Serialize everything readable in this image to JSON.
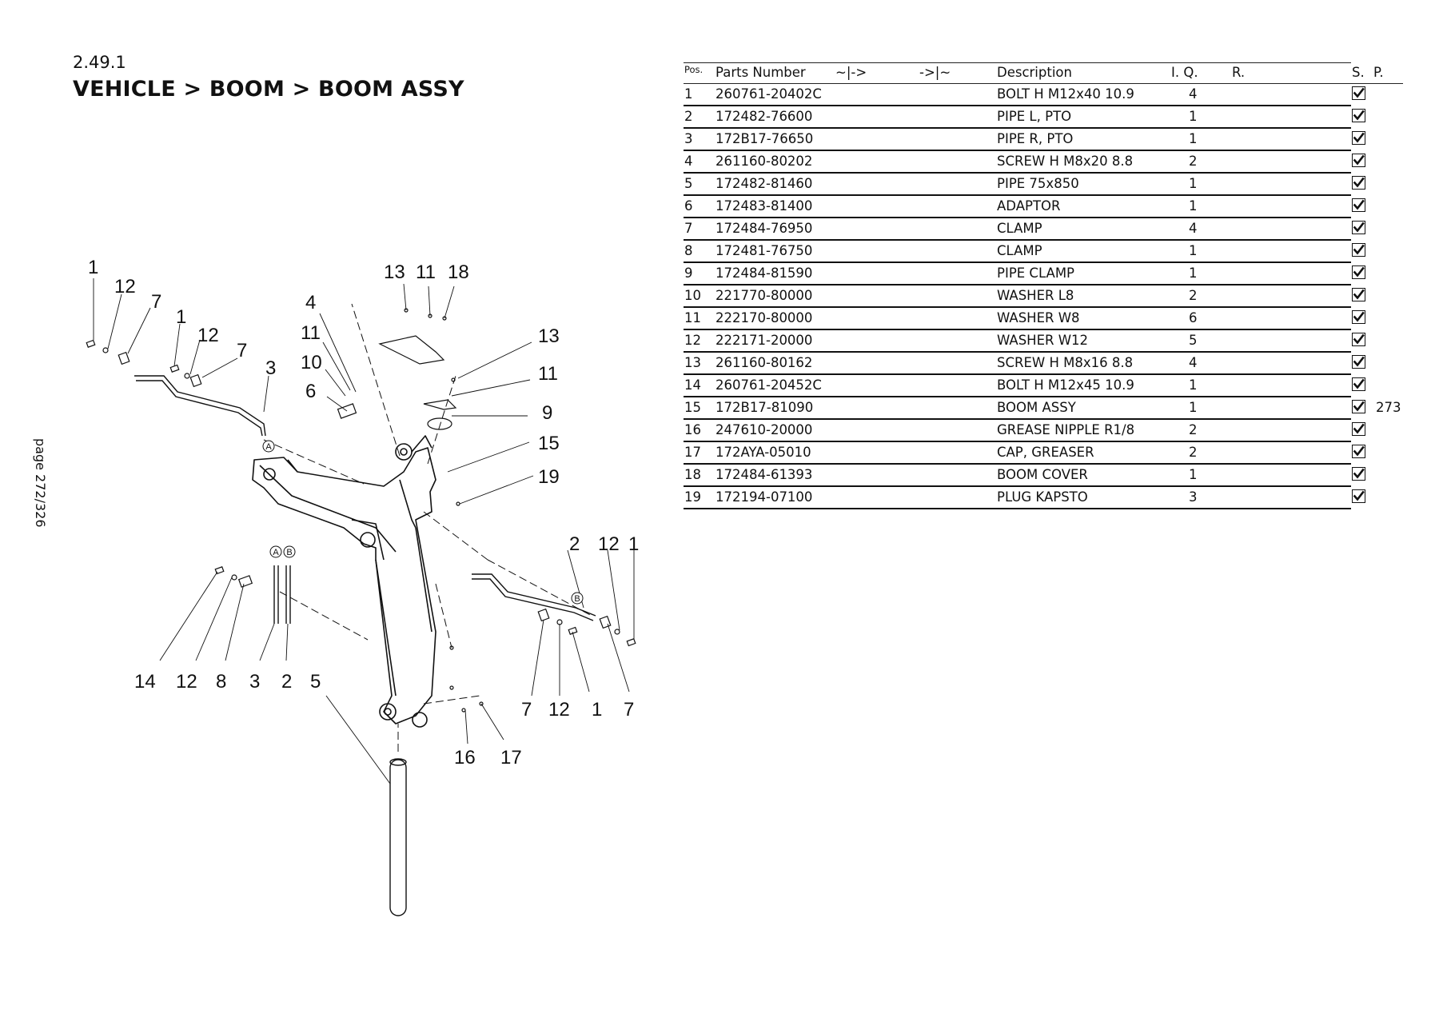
{
  "header": {
    "section_number": "2.49.1",
    "breadcrumb": "VEHICLE > BOOM > BOOM ASSY"
  },
  "page_label": "page 272/326",
  "diagram": {
    "callouts": [
      "1",
      "12",
      "7",
      "1",
      "12",
      "7",
      "3",
      "4",
      "11",
      "10",
      "6",
      "13",
      "11",
      "18",
      "13",
      "11",
      "9",
      "15",
      "19",
      "2",
      "12",
      "1",
      "14",
      "12",
      "8",
      "3",
      "2",
      "5",
      "7",
      "12",
      "1",
      "7",
      "16",
      "17"
    ],
    "markers": [
      "A",
      "A",
      "B",
      "B"
    ]
  },
  "table": {
    "headers": {
      "pos": "Pos.",
      "parts_number": "Parts Number",
      "alt1": "~|->",
      "alt2": "->|~",
      "description": "Description",
      "iq": "I. Q.",
      "r": "R.",
      "s": "S.",
      "p": "P."
    },
    "rows": [
      {
        "pos": "1",
        "part": "260761-20402C",
        "desc": "BOLT H M12x40 10.9",
        "qty": "4",
        "page": ""
      },
      {
        "pos": "2",
        "part": "172482-76600",
        "desc": "PIPE L, PTO",
        "qty": "1",
        "page": ""
      },
      {
        "pos": "3",
        "part": "172B17-76650",
        "desc": "PIPE R, PTO",
        "qty": "1",
        "page": ""
      },
      {
        "pos": "4",
        "part": "261160-80202",
        "desc": "SCREW H M8x20  8.8",
        "qty": "2",
        "page": ""
      },
      {
        "pos": "5",
        "part": "172482-81460",
        "desc": "PIPE 75x850",
        "qty": "1",
        "page": ""
      },
      {
        "pos": "6",
        "part": "172483-81400",
        "desc": "ADAPTOR",
        "qty": "1",
        "page": ""
      },
      {
        "pos": "7",
        "part": "172484-76950",
        "desc": "CLAMP",
        "qty": "4",
        "page": ""
      },
      {
        "pos": "8",
        "part": "172481-76750",
        "desc": "CLAMP",
        "qty": "1",
        "page": ""
      },
      {
        "pos": "9",
        "part": "172484-81590",
        "desc": "PIPE CLAMP",
        "qty": "1",
        "page": ""
      },
      {
        "pos": "10",
        "part": "221770-80000",
        "desc": "WASHER L8",
        "qty": "2",
        "page": ""
      },
      {
        "pos": "11",
        "part": "222170-80000",
        "desc": "WASHER W8",
        "qty": "6",
        "page": ""
      },
      {
        "pos": "12",
        "part": "222171-20000",
        "desc": "WASHER W12",
        "qty": "5",
        "page": ""
      },
      {
        "pos": "13",
        "part": "261160-80162",
        "desc": "SCREW H M8x16  8.8",
        "qty": "4",
        "page": ""
      },
      {
        "pos": "14",
        "part": "260761-20452C",
        "desc": "BOLT H M12x45 10.9",
        "qty": "1",
        "page": ""
      },
      {
        "pos": "15",
        "part": "172B17-81090",
        "desc": "BOOM ASSY",
        "qty": "1",
        "page": "273"
      },
      {
        "pos": "16",
        "part": "247610-20000",
        "desc": "GREASE NIPPLE R1/8",
        "qty": "2",
        "page": ""
      },
      {
        "pos": "17",
        "part": "172AYA-05010",
        "desc": "CAP, GREASER",
        "qty": "2",
        "page": ""
      },
      {
        "pos": "18",
        "part": "172484-61393",
        "desc": "BOOM COVER",
        "qty": "1",
        "page": ""
      },
      {
        "pos": "19",
        "part": "172194-07100",
        "desc": "PLUG KAPSTO",
        "qty": "3",
        "page": ""
      }
    ]
  }
}
